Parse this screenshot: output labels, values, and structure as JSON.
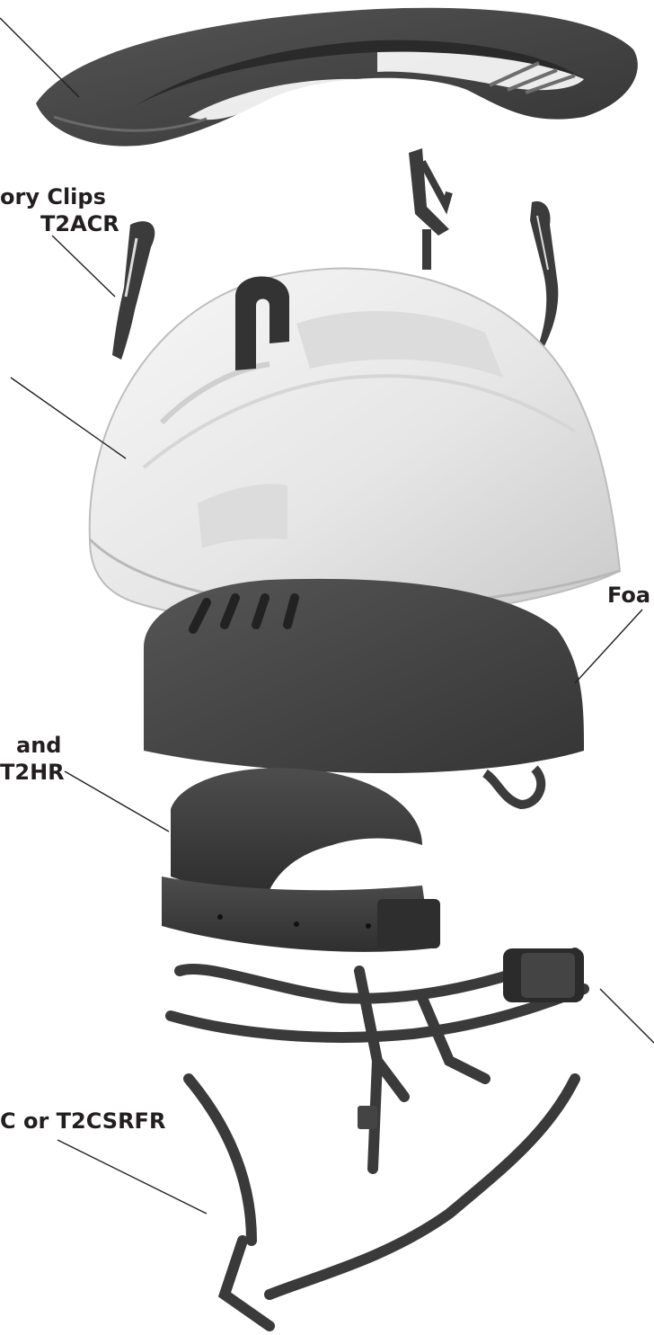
{
  "callouts": {
    "accessory_clips": {
      "line1": "ory Clips",
      "line2": "T2ACR"
    },
    "foam": {
      "line1": "Foa"
    },
    "headband": {
      "line1": "and",
      "line2": "T2HR"
    },
    "chinstrap": {
      "line1": "C or T2CSRFR"
    }
  },
  "colors": {
    "shell": "#e9e9e9",
    "dark_part": "#454545",
    "darker_part": "#2e2e2e",
    "leader_line": "#231f20",
    "text": "#231f20"
  }
}
